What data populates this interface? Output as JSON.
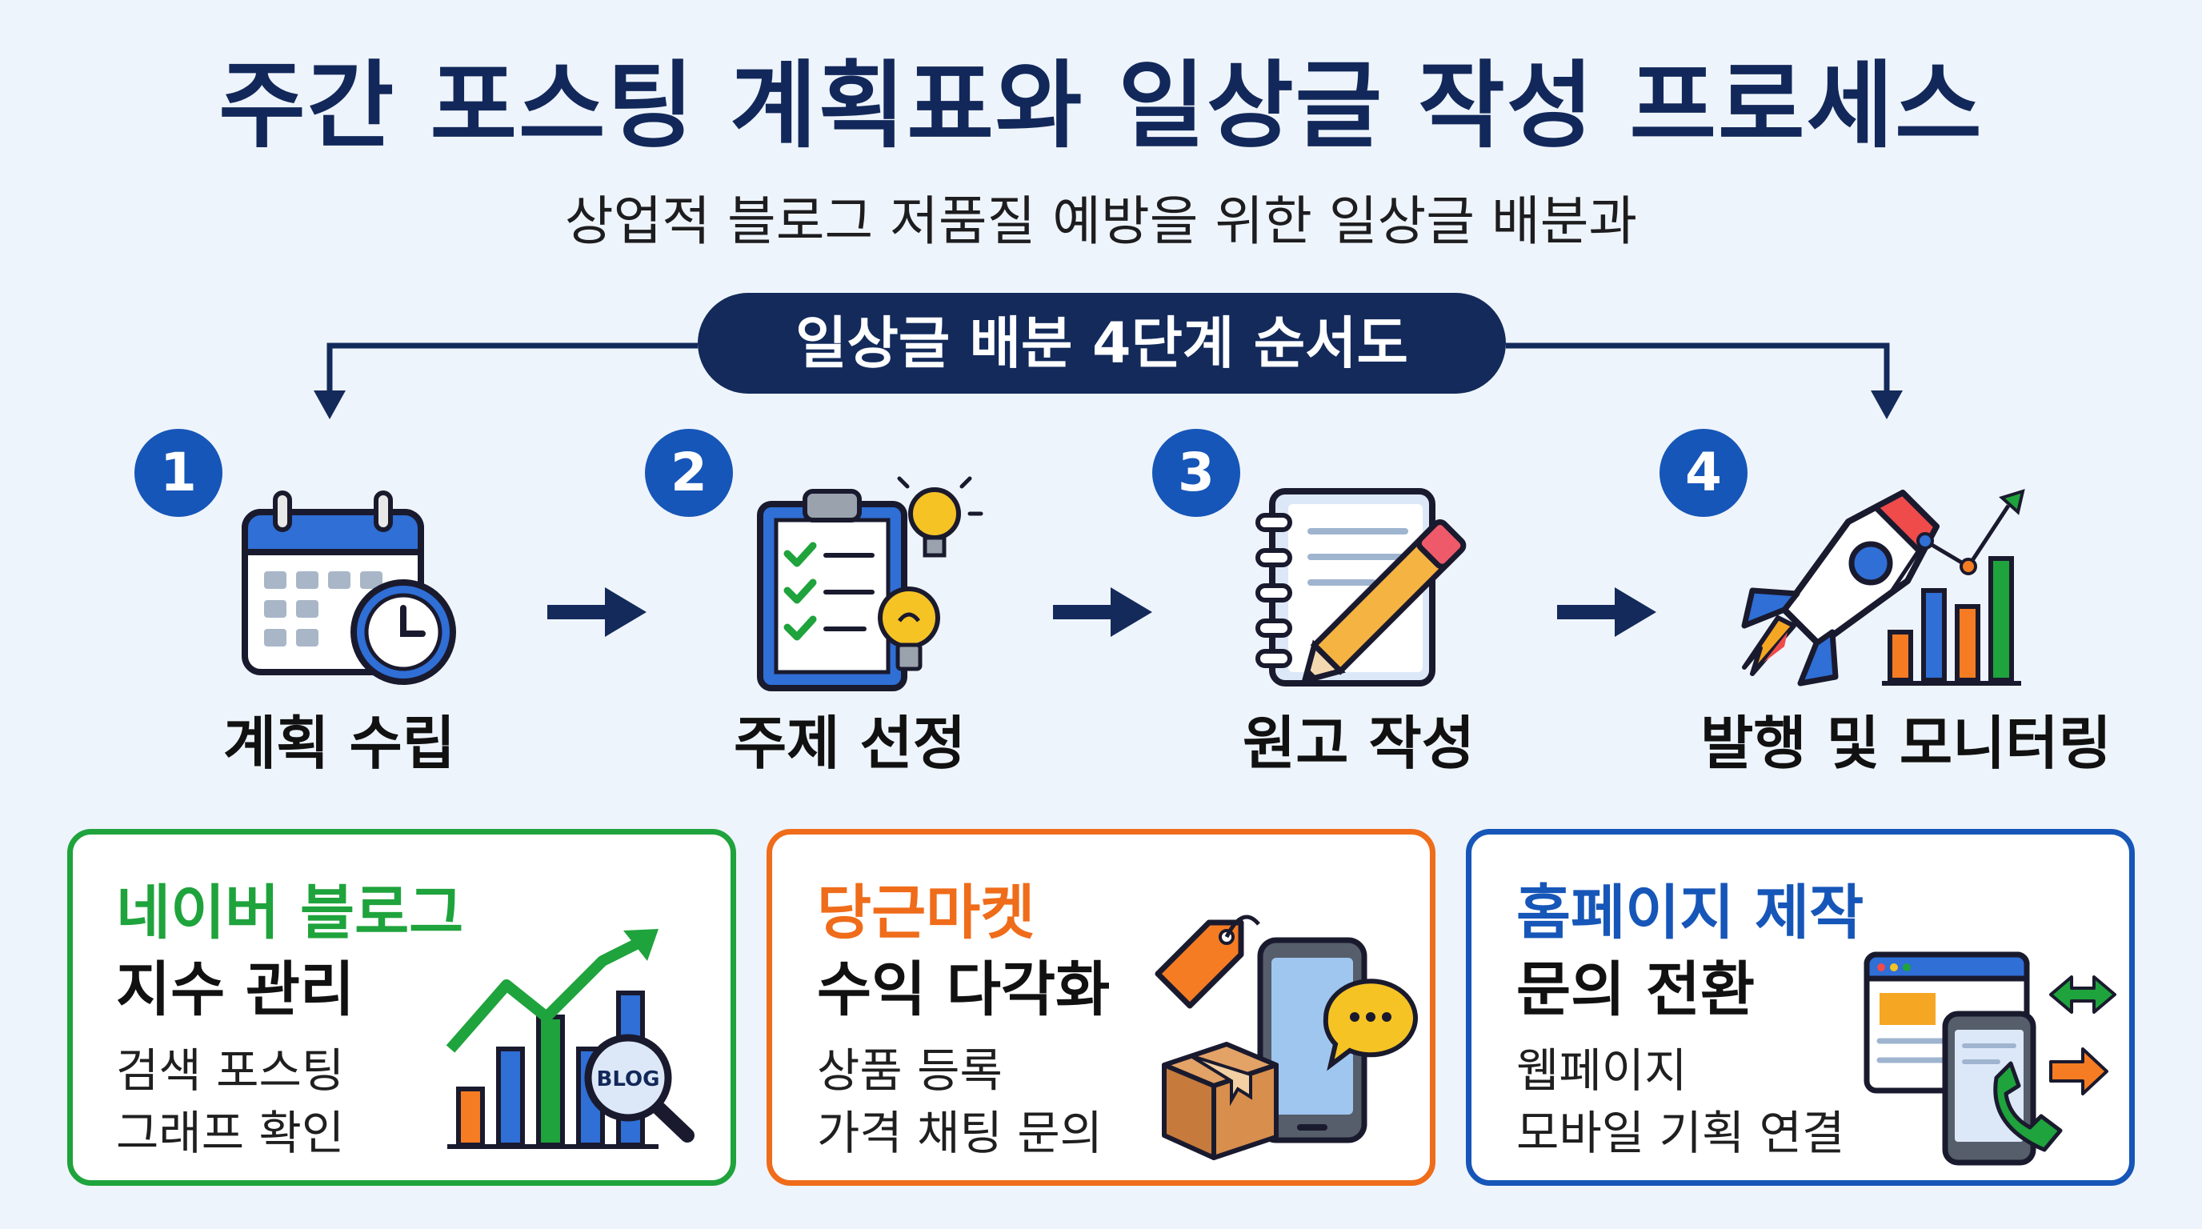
{
  "title": "주간 포스팅 계획표와 일상글 작성 프로세스",
  "subtitle": "상업적 블로그 저품질 예방을 위한 일상글 배분과",
  "flow_label": "일상글 배분 4단계 순서도",
  "steps": [
    {
      "number": "1",
      "label": "계획 수립",
      "icon": "calendar-clock-icon"
    },
    {
      "number": "2",
      "label": "주제 선정",
      "icon": "clipboard-checklist-icon"
    },
    {
      "number": "3",
      "label": "원고 작성",
      "icon": "notebook-pencil-icon"
    },
    {
      "number": "4",
      "label": "발행 및 모니터링",
      "icon": "rocket-chart-icon"
    }
  ],
  "cards": [
    {
      "heading": "네이버 블로그",
      "subheading": "지수 관리",
      "lines": [
        "검색 포스팅",
        "그래프 확인"
      ],
      "color": "#1fa33c",
      "icon_text": "BLOG"
    },
    {
      "heading": "당근마켓",
      "subheading": "수익 다각화",
      "lines": [
        "상품 등록",
        "가격 채팅 문의"
      ],
      "color": "#ef6c1a"
    },
    {
      "heading": "홈페이지 제작",
      "subheading": "문의 전환",
      "lines": [
        "웹페이지",
        "모바일 기획 연결"
      ],
      "color": "#1656b8"
    }
  ],
  "colors": {
    "navy": "#132a5b",
    "blue": "#1656b8",
    "green": "#1fa33c",
    "orange": "#ef6c1a",
    "background": "#eef4fb"
  }
}
